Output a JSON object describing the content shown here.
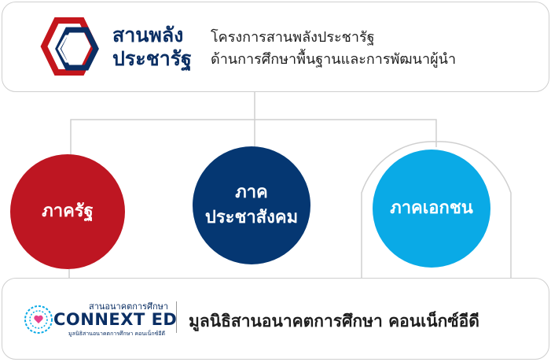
{
  "header": {
    "brand_line1": "สานพลัง",
    "brand_line2": "ประชารัฐ",
    "program_line1": "โครงการสานพลังประชารัฐ",
    "program_line2": "ด้านการศึกษาพื้นฐานและการพัฒนาผู้นำ"
  },
  "sectors": [
    {
      "label_line1": "ภาครัฐ",
      "label_line2": "",
      "color": "#be1622"
    },
    {
      "label_line1": "ภาค",
      "label_line2": "ประชาสังคม",
      "color": "#053772"
    },
    {
      "label_line1": "ภาคเอกชน",
      "label_line2": "",
      "color": "#0aaae6"
    }
  ],
  "footer": {
    "logo_small": "สานอนาคตการศึกษา",
    "logo_big": "CONNEXT ED",
    "logo_tiny": "มูลนิธิสานอนาคตการศึกษา คอนเน็กซ์อีดี",
    "foundation": "มูลนิธิสานอนาคตการศึกษา คอนเน็กซ์อีดี"
  },
  "colors": {
    "navy": "#0b2f64",
    "red": "#be1622",
    "light_blue": "#0aaae6"
  }
}
